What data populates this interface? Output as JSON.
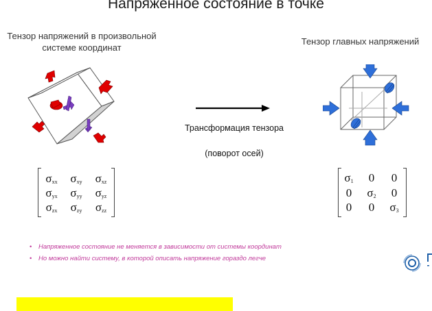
{
  "title": "Напряженное состояние в точке",
  "left_caption": "Тензор напряжений в произвольной системе координат",
  "right_caption": "Тензор главных напряжений",
  "arrow_caption_1": "Трансформация тензора",
  "arrow_caption_2": "(поворот осей)",
  "general_tensor": [
    [
      {
        "sym": "σ",
        "sub": "xx"
      },
      {
        "sym": "σ",
        "sub": "xy"
      },
      {
        "sym": "σ",
        "sub": "xz"
      }
    ],
    [
      {
        "sym": "σ",
        "sub": "yx"
      },
      {
        "sym": "σ",
        "sub": "yy"
      },
      {
        "sym": "σ",
        "sub": "yz"
      }
    ],
    [
      {
        "sym": "σ",
        "sub": "zx"
      },
      {
        "sym": "σ",
        "sub": "zy"
      },
      {
        "sym": "σ",
        "sub": "zz"
      }
    ]
  ],
  "principal_tensor": [
    [
      {
        "sym": "σ",
        "sub": "1"
      },
      {
        "sym": "0",
        "sub": ""
      },
      {
        "sym": "0",
        "sub": ""
      }
    ],
    [
      {
        "sym": "0",
        "sub": ""
      },
      {
        "sym": "σ",
        "sub": "2"
      },
      {
        "sym": "0",
        "sub": ""
      }
    ],
    [
      {
        "sym": "0",
        "sub": ""
      },
      {
        "sym": "0",
        "sub": ""
      },
      {
        "sym": "σ",
        "sub": "3"
      }
    ]
  ],
  "bullets": [
    "Напряженное состояние не меняется в зависимости от системы координат",
    "Но можно найти систему, в которой описать напряжение гораздо легче"
  ],
  "colors": {
    "bullet_text": "#c0399a",
    "highlight": "#ffff00",
    "general_arrows": "#e00000",
    "shear_arrows": "#7a3cc0",
    "principal_arrows": "#2e6fd9"
  }
}
